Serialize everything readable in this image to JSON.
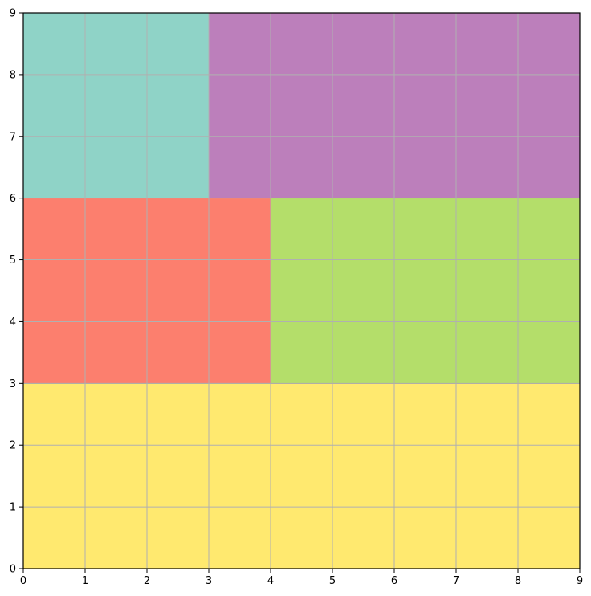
{
  "chart_data": {
    "type": "rectangle_grid",
    "xlim": [
      0,
      9
    ],
    "ylim": [
      0,
      9
    ],
    "xticks": [
      "0",
      "1",
      "2",
      "3",
      "4",
      "5",
      "6",
      "7",
      "8",
      "9"
    ],
    "yticks": [
      "0",
      "1",
      "2",
      "3",
      "4",
      "5",
      "6",
      "7",
      "8",
      "9"
    ],
    "grid": true,
    "title": "",
    "xlabel": "",
    "ylabel": "",
    "colors": {
      "grid": "#b0b0b0",
      "axes": "#000000"
    },
    "rectangles": [
      {
        "id": "yellow",
        "x0": 0,
        "y0": 0,
        "x1": 9,
        "y1": 3,
        "color": "#ffe96f"
      },
      {
        "id": "red",
        "x0": 0,
        "y0": 3,
        "x1": 4,
        "y1": 6,
        "color": "#fc7f6e"
      },
      {
        "id": "green",
        "x0": 4,
        "y0": 3,
        "x1": 9,
        "y1": 6,
        "color": "#b4de6a"
      },
      {
        "id": "teal",
        "x0": 0,
        "y0": 6,
        "x1": 3,
        "y1": 9,
        "color": "#8fd3c7"
      },
      {
        "id": "purple",
        "x0": 3,
        "y0": 6,
        "x1": 9,
        "y1": 9,
        "color": "#bc7fbb"
      }
    ]
  }
}
